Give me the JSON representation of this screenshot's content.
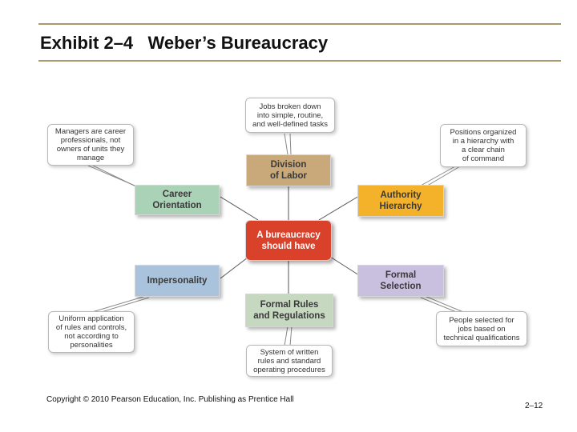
{
  "title": "Exhibit 2–4   Weber’s Bureaucracy",
  "center": {
    "text": "A bureaucracy\nshould have",
    "color": "#d9412a"
  },
  "components": {
    "division": {
      "text": "Division\nof Labor",
      "color": "#c9a87a"
    },
    "authority": {
      "text": "Authority\nHierarchy",
      "color": "#f3b22a"
    },
    "career": {
      "text": "Career\nOrientation",
      "color": "#a9d2b6"
    },
    "impersonality": {
      "text": "Impersonality",
      "color": "#a9c3dc"
    },
    "formal_rules": {
      "text": "Formal Rules\nand Regulations",
      "color": "#c6d8c0"
    },
    "formal_selection": {
      "text": "Formal\nSelection",
      "color": "#c9c0e0"
    }
  },
  "callouts": {
    "division": "Jobs broken down\ninto simple, routine,\nand well-defined tasks",
    "authority": "Positions organized\nin a hierarchy with\na clear chain\nof command",
    "career": "Managers are career\nprofessionals, not\nowners of units they\nmanage",
    "impersonality": "Uniform application\nof rules and controls,\nnot according to\npersonalities",
    "formal_rules": "System of written\nrules and standard\noperating procedures",
    "formal_selection": "People selected for\njobs based on\ntechnical qualifications"
  },
  "footer": {
    "copyright": "Copyright © 2010 Pearson Education, Inc. Publishing as Prentice Hall",
    "page": "2–12"
  }
}
